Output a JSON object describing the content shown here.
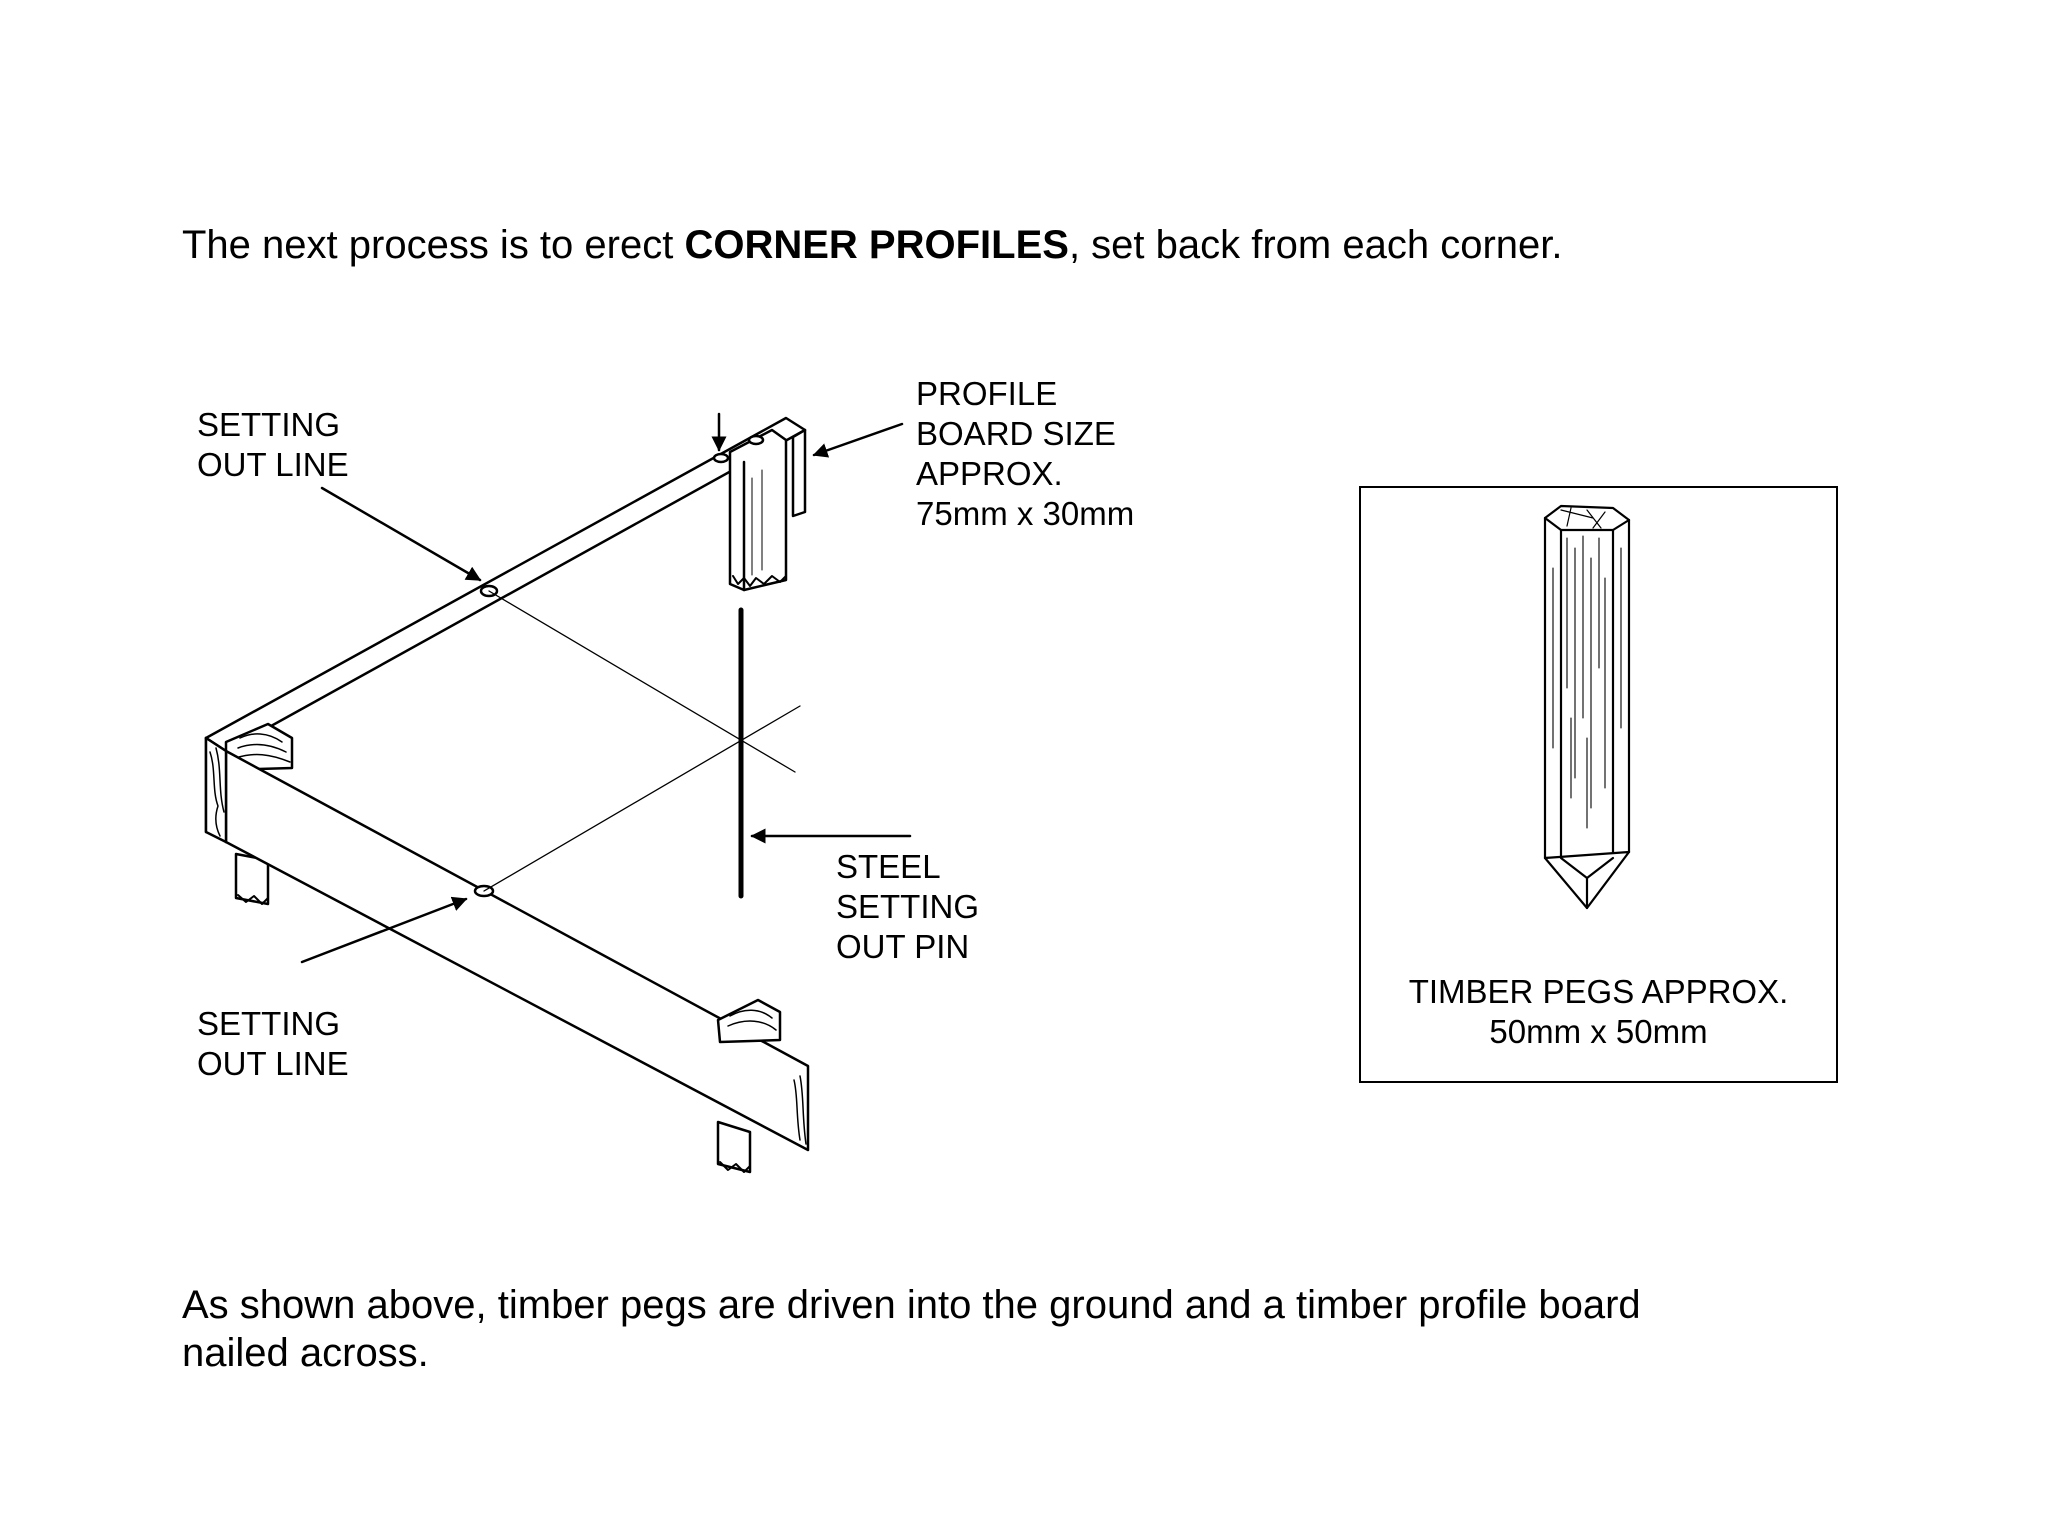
{
  "intro": {
    "before": "The next process is to erect ",
    "bold": "CORNER PROFILES",
    "after": ", set back from each corner."
  },
  "labels": {
    "setting_out_line_top": [
      "SETTING",
      "OUT LINE"
    ],
    "profile_board": [
      "PROFILE",
      "BOARD SIZE",
      "APPROX.",
      "75mm x 30mm"
    ],
    "steel_pin": [
      "STEEL",
      "SETTING",
      "OUT PIN"
    ],
    "setting_out_line_bottom": [
      "SETTING",
      "OUT LINE"
    ]
  },
  "peg_caption": [
    "TIMBER PEGS APPROX.",
    "50mm x 50mm"
  ],
  "outro": {
    "line1": "As shown above, timber pegs are driven into the ground and a timber profile board",
    "line2": "nailed across."
  }
}
